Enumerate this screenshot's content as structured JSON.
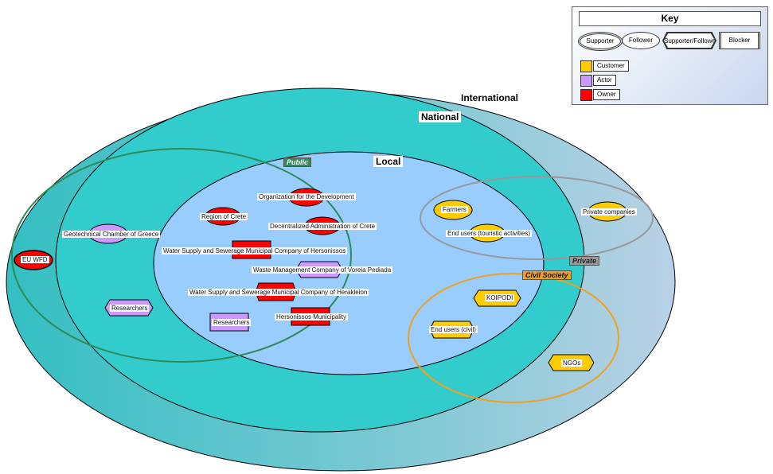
{
  "colors": {
    "international": "#7fc9d4",
    "national": "#33cccc",
    "local": "#99ccff",
    "public_group": "#2e8b57",
    "private_group": "#999999",
    "civil_group": "#f0a020",
    "customer": "#ffcc00",
    "actor": "#cc99ff",
    "owner": "#ff0000"
  },
  "zones": {
    "international": "International",
    "national": "National",
    "local": "Local"
  },
  "groups": {
    "public": "Public",
    "private": "Private",
    "civil": "Civil Society"
  },
  "key": {
    "title": "Key",
    "roles": [
      "Supporter",
      "Follower",
      "Supporter/Follower",
      "Blocker"
    ],
    "types": [
      "Customer",
      "Actor",
      "Owner"
    ]
  },
  "stakeholders": {
    "eu_wfd": "EU WFD",
    "geotechnical": "Geotechnical Chamber of Greece",
    "researchers_national": "Researchers",
    "org_development": "Organization for the Development",
    "region_crete": "Region of Crete",
    "decentralized_admin": "Decentralized Administration of Crete",
    "water_hersonissos": "Water Supply and Sewerage Municipal Company of Hersonissos",
    "waste_voreia": "Waste Management Company of Voreia Pediada",
    "water_herakleion": "Water Supply and Sewerage Municipal Company of Herakleion",
    "researchers_local": "Researchers",
    "hersonissos_municipality": "Hersonissos Municipality",
    "farmers": "Farmers",
    "end_users_touristic": "End users (touristic activities)",
    "private_companies": "Private companies",
    "koipodi": "KOIPODI",
    "end_users_civil": "End users (civil)",
    "ngos": "NGOs"
  }
}
